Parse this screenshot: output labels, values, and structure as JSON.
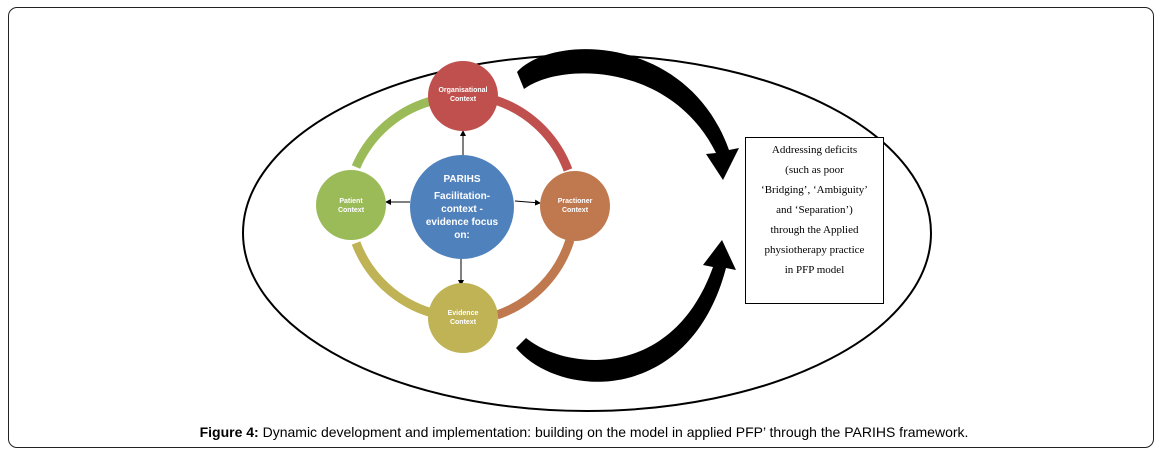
{
  "nodes": {
    "organisational": {
      "line1": "Organisational",
      "line2": "Context",
      "color": "#c0504d"
    },
    "practioner": {
      "line1": "Practioner",
      "line2": "Context",
      "color": "#c0794f"
    },
    "evidence": {
      "line1": "Evidence",
      "line2": "Context",
      "color": "#bfb355"
    },
    "patient": {
      "line1": "Patient",
      "line2": "Context",
      "color": "#9bbb59"
    },
    "center": {
      "line1": "PARIHS",
      "line2": "Facilitation-",
      "line3": "context -",
      "line4": "evidence focus",
      "line5": "on:",
      "color": "#4f81bd"
    }
  },
  "deficit_box": {
    "lines": [
      "Addressing deficits",
      "(such as poor",
      "‘Bridging’, ‘Ambiguity’",
      "and ‘Separation’)",
      "through the Applied",
      "physiotherapy practice",
      "in PFP model"
    ]
  },
  "caption": {
    "label": "Figure 4:",
    "text": " Dynamic development and implementation: building on the model in applied PFP’ through the PARIHS framework."
  }
}
